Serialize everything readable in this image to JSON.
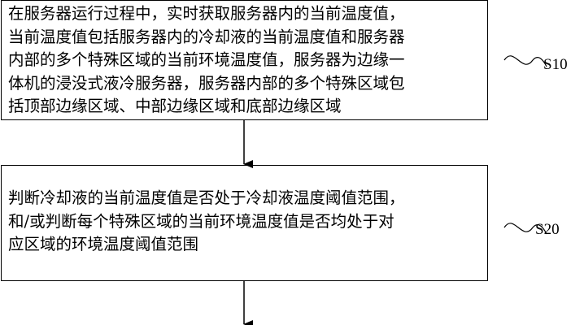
{
  "steps": [
    {
      "label": "S10",
      "text": "在服务器运行过程中，实时获取服务器内的当前温度值，\n当前温度值包括服务器内的冷却液的当前温度值和服务器\n内部的多个特殊区域的当前环境温度值，服务器为边缘一\n体机的浸没式液冷服务器，服务器内部的多个特殊区域包\n括顶部边缘区域、中部边缘区域和底部边缘区域"
    },
    {
      "label": "S20",
      "text": "判断冷却液的当前温度值是否处于冷却液温度阈值范围，\n和/或判断每个特殊区域的当前环境温度值是否均处于对\n应区域的环境温度阈值范围"
    }
  ]
}
